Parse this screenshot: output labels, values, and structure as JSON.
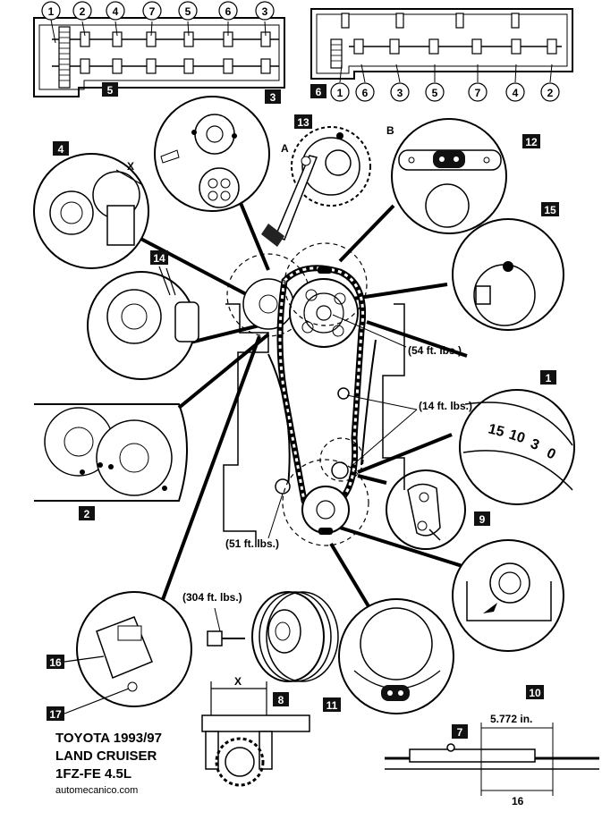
{
  "caption": {
    "line1": "TOYOTA 1993/97",
    "line2": "LAND CRUISER",
    "line3": "1FZ-FE  4.5L",
    "site": "automecanico.com"
  },
  "torque": {
    "t54": "(54 ft. lbs.)",
    "t14": "(14 ft. lbs.)",
    "t51": "(51 ft. lbs.)",
    "t304": "(304 ft. lbs.)"
  },
  "measure": {
    "x_top": "X",
    "x_caliper": "X",
    "length": "5.772 in.",
    "sixteen": "16",
    "letter_a": "A",
    "letter_b": "B"
  },
  "dial_scale": [
    "15",
    "10",
    "3",
    "0"
  ],
  "callouts": [
    "1",
    "2",
    "3",
    "4",
    "5",
    "6",
    "7",
    "8",
    "9",
    "10",
    "11",
    "12",
    "13",
    "14",
    "15",
    "16",
    "17"
  ],
  "head5_sequence": [
    "1",
    "2",
    "4",
    "7",
    "5",
    "6",
    "3"
  ],
  "head6_sequence": [
    "1",
    "6",
    "3",
    "5",
    "7",
    "4",
    "2"
  ]
}
